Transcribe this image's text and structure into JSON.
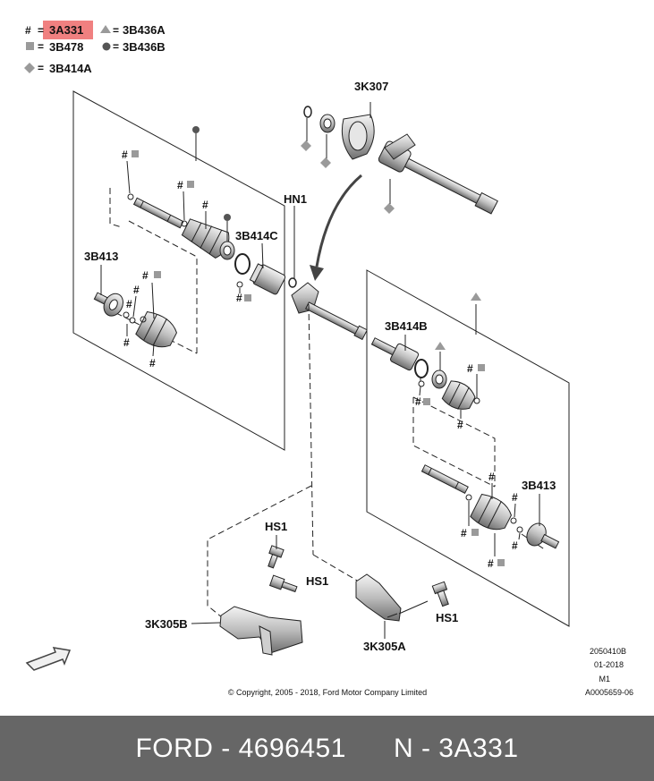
{
  "legend": {
    "hash_symbol": "#",
    "equals": "=",
    "hash_code": "3A331",
    "square_code": "3B478",
    "diamond_code": "3B414A",
    "triangle_code": "3B436A",
    "circle_code": "3B436B",
    "highlight_color": "#f08080"
  },
  "labels": {
    "k307": "3K307",
    "hn1": "HN1",
    "b414c": "3B414C",
    "b413_left": "3B413",
    "b414b": "3B414B",
    "b413_right": "3B413",
    "hs1_top": "HS1",
    "hs1_mid": "HS1",
    "hs1_right": "HS1",
    "k305b": "3K305B",
    "k305a": "3K305A"
  },
  "marks": {
    "hash": "#"
  },
  "info": {
    "code": "2050410B",
    "date": "01-2018",
    "model": "M1",
    "ref": "A0005659-06",
    "copyright": "© Copyright, 2005 - 2018, Ford Motor Company Limited"
  },
  "footer": {
    "brand": "FORD",
    "part_number": "4696451",
    "n_prefix": "N",
    "n_code": "3A331",
    "separator": "-"
  },
  "colors": {
    "marker_gray": "#9a9a9a",
    "footer_bg": "#666666",
    "line": "#222222"
  }
}
